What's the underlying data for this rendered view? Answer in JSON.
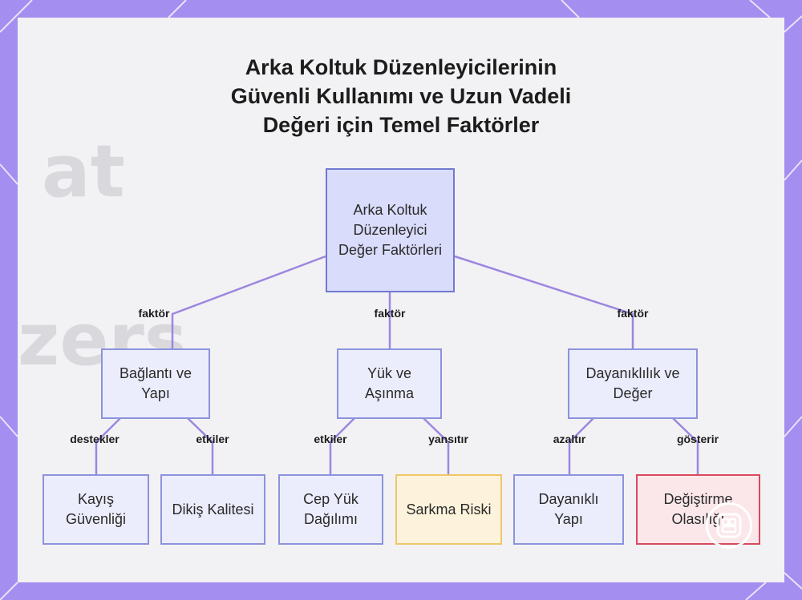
{
  "title_lines": [
    "Arka Koltuk Düzenleyicilerinin",
    "Güvenli Kullanımı ve Uzun Vadeli",
    "Değeri için Temel Faktörler"
  ],
  "nodes": {
    "root": "Arka Koltuk Düzenleyici Değer Faktörleri",
    "connection": "Bağlantı ve Yapı",
    "load": "Yük ve Aşınma",
    "durability": "Dayanıklılık ve Değer",
    "strap_security": "Kayış Güvenliği",
    "stitch_quality": "Dikiş Kalitesi",
    "pocket_load": "Cep Yük Dağılımı",
    "sag_risk": "Sarkma Riski",
    "durable_build": "Dayanıklı Yapı",
    "replace_likelihood": "Değiştirme Olasılığı"
  },
  "edge_labels": {
    "root_connection": "faktör",
    "root_load": "faktör",
    "root_durability": "faktör",
    "connection_strap": "destekler",
    "connection_stitch": "etkiler",
    "load_pocket": "etkiler",
    "load_sag": "yansıtır",
    "durability_build": "azaltır",
    "durability_replace": "gösterir"
  },
  "colors": {
    "frame": "#a48ef0",
    "edge": "#9d86e0",
    "node_border": "#8c93dc",
    "highlight_orange": "#f0c767",
    "highlight_red": "#d94a5c"
  },
  "icons": [
    "app-logo-icon"
  ]
}
